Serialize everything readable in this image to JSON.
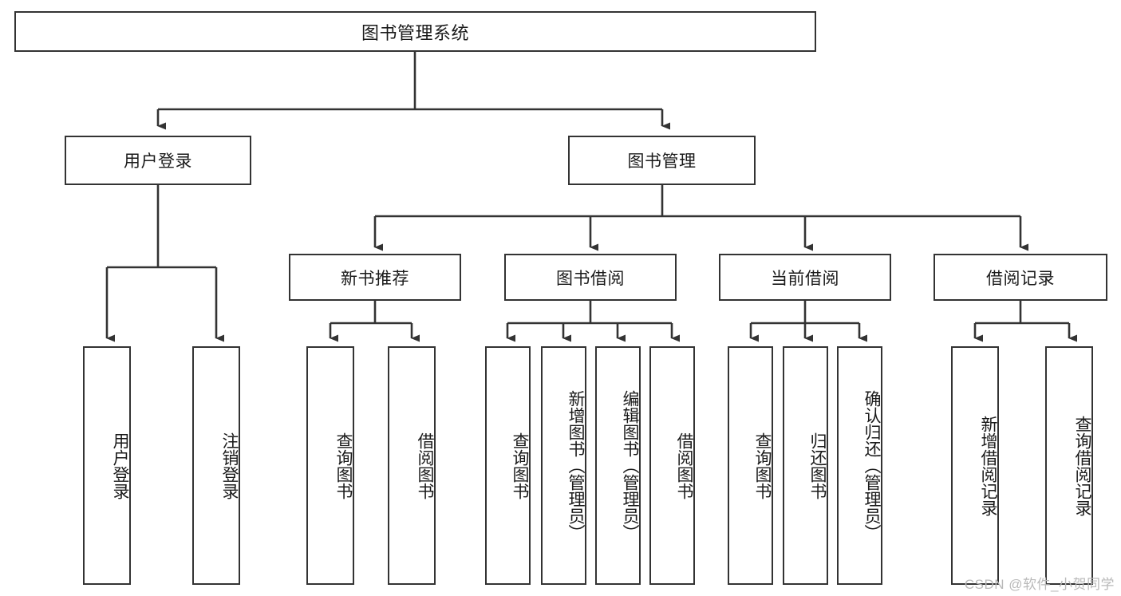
{
  "diagram": {
    "type": "tree-hierarchy",
    "title": "图书管理系统",
    "root": {
      "label": "图书管理系统"
    },
    "level2": [
      {
        "label": "用户登录"
      },
      {
        "label": "图书管理"
      }
    ],
    "level3": [
      {
        "label": "新书推荐"
      },
      {
        "label": "图书借阅"
      },
      {
        "label": "当前借阅"
      },
      {
        "label": "借阅记录"
      }
    ],
    "leaves": {
      "user_login": [
        {
          "label": "用户登录"
        },
        {
          "label": "注销登录"
        }
      ],
      "new_book_recommend": [
        {
          "label": "查询图书"
        },
        {
          "label": "借阅图书"
        }
      ],
      "book_borrow": [
        {
          "label": "查询图书"
        },
        {
          "label": "新增图书（管理员）"
        },
        {
          "label": "编辑图书（管理员）"
        },
        {
          "label": "借阅图书"
        }
      ],
      "current_borrow": [
        {
          "label": "查询图书"
        },
        {
          "label": "归还图书"
        },
        {
          "label": "确认归还（管理员）"
        }
      ],
      "borrow_records": [
        {
          "label": "新增借阅记录"
        },
        {
          "label": "查询借阅记录"
        }
      ]
    }
  },
  "watermark": {
    "text": "CSDN @软件_小贺同学"
  },
  "colors": {
    "stroke": "#333333",
    "text": "#1a1a1a",
    "background": "#ffffff",
    "watermark": "#b9b9b9"
  }
}
